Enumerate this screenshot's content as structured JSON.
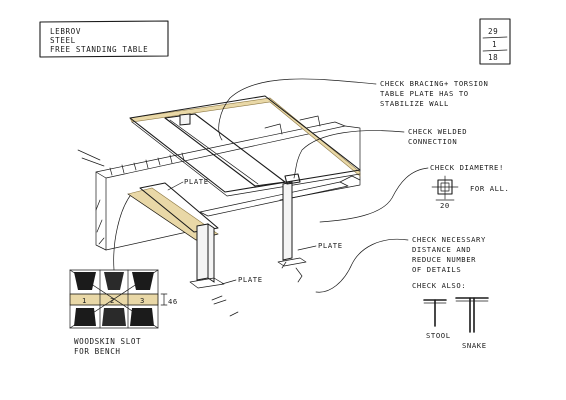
{
  "title_block": {
    "line1": "LEBROV",
    "line2": "STEEL",
    "line3": "FREE STANDING TABLE"
  },
  "date_block": {
    "day": "29",
    "month": "1",
    "year": "18"
  },
  "notes": {
    "bracing_1": "CHECK BRACING+ TORSION",
    "bracing_2": "TABLE PLATE HAS TO",
    "bracing_3": "STABILIZE WALL",
    "welded_1": "CHECK WELDED",
    "welded_2": "CONNECTION",
    "diametre": "CHECK DIAMETRE!",
    "for_all": "FOR ALL.",
    "dim_label": "20",
    "distance_1": "CHECK NECESSARY",
    "distance_2": "DISTANCE AND",
    "distance_3": "REDUCE NUMBER",
    "distance_4": "OF DETAILS",
    "check_also": "CHECK ALSO:",
    "stool": "STOOL",
    "snake": "SNAKE"
  },
  "labels": {
    "plate_top": "PLATE",
    "plate_right": "PLATE",
    "plate_bottom": "PLATE"
  },
  "woodskin": {
    "line1": "WOODSKIN SLOT",
    "line2": "FOR BENCH",
    "slot_1": "1",
    "slot_2": "2",
    "slot_3": "3",
    "height": "46"
  },
  "colors": {
    "ink": "#1b1b1b",
    "wood": "#e9d8a7",
    "paper": "#ffffff"
  }
}
